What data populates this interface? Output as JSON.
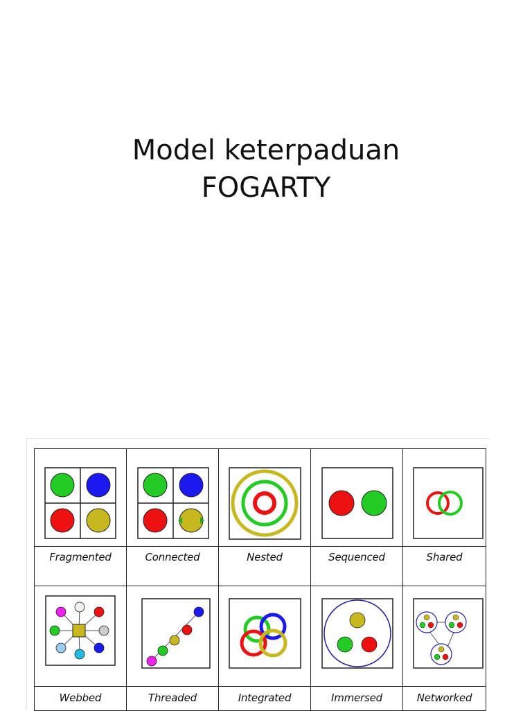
{
  "title": {
    "line1": "Model keterpaduan",
    "line2": "FOGARTY"
  },
  "models": [
    {
      "label": "Fragmented"
    },
    {
      "label": "Connected"
    },
    {
      "label": "Nested"
    },
    {
      "label": "Sequenced"
    },
    {
      "label": "Shared"
    },
    {
      "label": "Webbed"
    },
    {
      "label": "Threaded"
    },
    {
      "label": "Integrated"
    },
    {
      "label": "Immersed"
    },
    {
      "label": "Networked"
    }
  ],
  "colors": {
    "green": "#22cc22",
    "blue": "#1a1aee",
    "red": "#ee1111",
    "yellow": "#c8b820",
    "magenta": "#ee22ee",
    "light_blue": "#99ccee",
    "gray": "#999999"
  }
}
